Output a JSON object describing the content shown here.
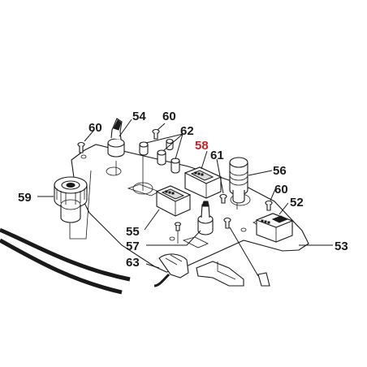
{
  "diagram": {
    "highlight_color": "#cc1f24",
    "callouts": [
      {
        "id": "c60a",
        "text": "60",
        "highlight": false
      },
      {
        "id": "c54",
        "text": "54",
        "highlight": false
      },
      {
        "id": "c60b",
        "text": "60",
        "highlight": false
      },
      {
        "id": "c62",
        "text": "62",
        "highlight": false
      },
      {
        "id": "c58",
        "text": "58",
        "highlight": true
      },
      {
        "id": "c61",
        "text": "61",
        "highlight": false
      },
      {
        "id": "c56",
        "text": "56",
        "highlight": false
      },
      {
        "id": "c60c",
        "text": "60",
        "highlight": false
      },
      {
        "id": "c52",
        "text": "52",
        "highlight": false
      },
      {
        "id": "c59",
        "text": "59",
        "highlight": false
      },
      {
        "id": "c55",
        "text": "55",
        "highlight": false
      },
      {
        "id": "c57",
        "text": "57",
        "highlight": false
      },
      {
        "id": "c53",
        "text": "53",
        "highlight": false
      },
      {
        "id": "c63",
        "text": "63",
        "highlight": false
      }
    ]
  }
}
